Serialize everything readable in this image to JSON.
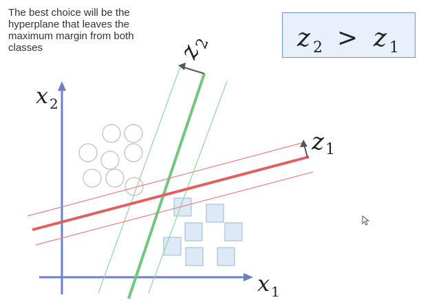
{
  "caption": {
    "lines": [
      "The best choice will be the",
      "hyperplane that leaves the",
      "maximum margin from both",
      "classes"
    ]
  },
  "formula": {
    "left_var": "z",
    "left_sub": "2",
    "operator": ">",
    "right_var": "z",
    "right_sub": "1"
  },
  "axes": {
    "x_var": "x",
    "x_sub": "1",
    "y_var": "x",
    "y_sub": "2"
  },
  "hyperplanes": {
    "z1_var": "z",
    "z1_sub": "1",
    "z2_var": "z",
    "z2_sub": "2"
  },
  "colors": {
    "axis": "#6b7fc9",
    "red_hyperplane": "#e06060",
    "green_hyperplane": "#6cc97c",
    "circle": "#c8c8c8",
    "square_fill": "#dde9f6",
    "square_stroke": "#a8c0dc"
  },
  "icons": {
    "cursor": "cursor-icon"
  }
}
